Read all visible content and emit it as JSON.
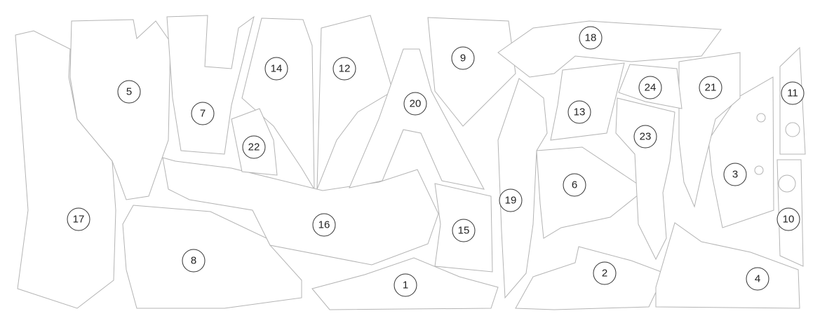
{
  "diagram": {
    "pieces": [
      {
        "id": "1"
      },
      {
        "id": "2"
      },
      {
        "id": "3"
      },
      {
        "id": "4"
      },
      {
        "id": "5"
      },
      {
        "id": "6"
      },
      {
        "id": "7"
      },
      {
        "id": "8"
      },
      {
        "id": "9"
      },
      {
        "id": "10"
      },
      {
        "id": "11"
      },
      {
        "id": "12"
      },
      {
        "id": "13"
      },
      {
        "id": "14"
      },
      {
        "id": "15"
      },
      {
        "id": "16"
      },
      {
        "id": "17"
      },
      {
        "id": "18"
      },
      {
        "id": "19"
      },
      {
        "id": "20"
      },
      {
        "id": "21"
      },
      {
        "id": "22"
      },
      {
        "id": "23"
      },
      {
        "id": "24"
      }
    ],
    "colors": {
      "outline": "#b4b4b4",
      "label": "#222222"
    }
  }
}
